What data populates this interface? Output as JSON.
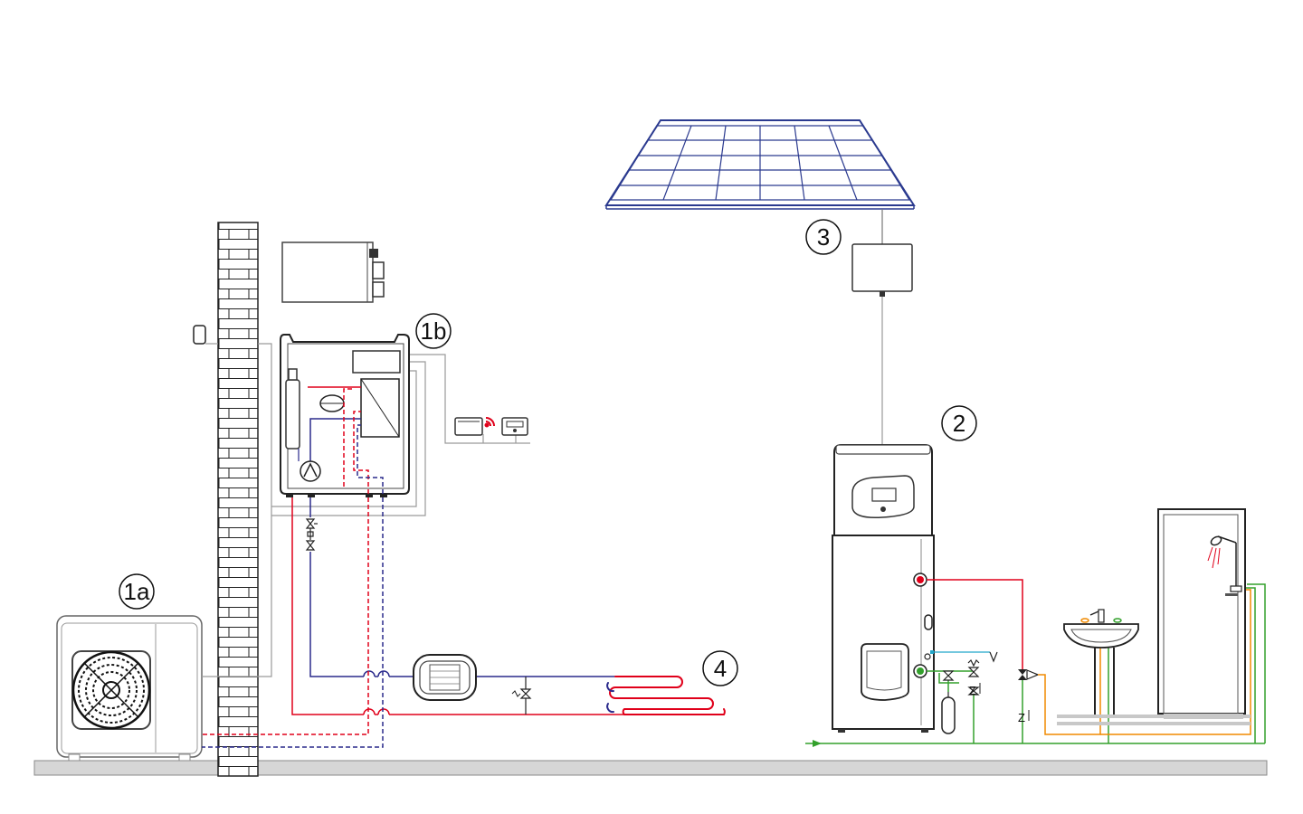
{
  "diagram": {
    "labels": {
      "outdoor_unit": "1a",
      "indoor_unit": "1b",
      "water_heater": "2",
      "inverter": "3",
      "floor_heating": "4"
    },
    "colors": {
      "flow_red": "#e0001a",
      "return_blue": "#2a2a8c",
      "cold_water_green": "#33a02c",
      "hot_water_orange": "#f08a00",
      "cable_gray": "#9a9a9a",
      "panel_blue": "#2b3a8f",
      "outline": "#222222",
      "signal_cyan": "#21a6c9"
    },
    "icons": [
      "brick-wall",
      "fan-icon",
      "pump-icon",
      "expansion-vessel-icon",
      "valve-icon",
      "wifi-icon",
      "shower-icon",
      "solar-panel"
    ]
  }
}
